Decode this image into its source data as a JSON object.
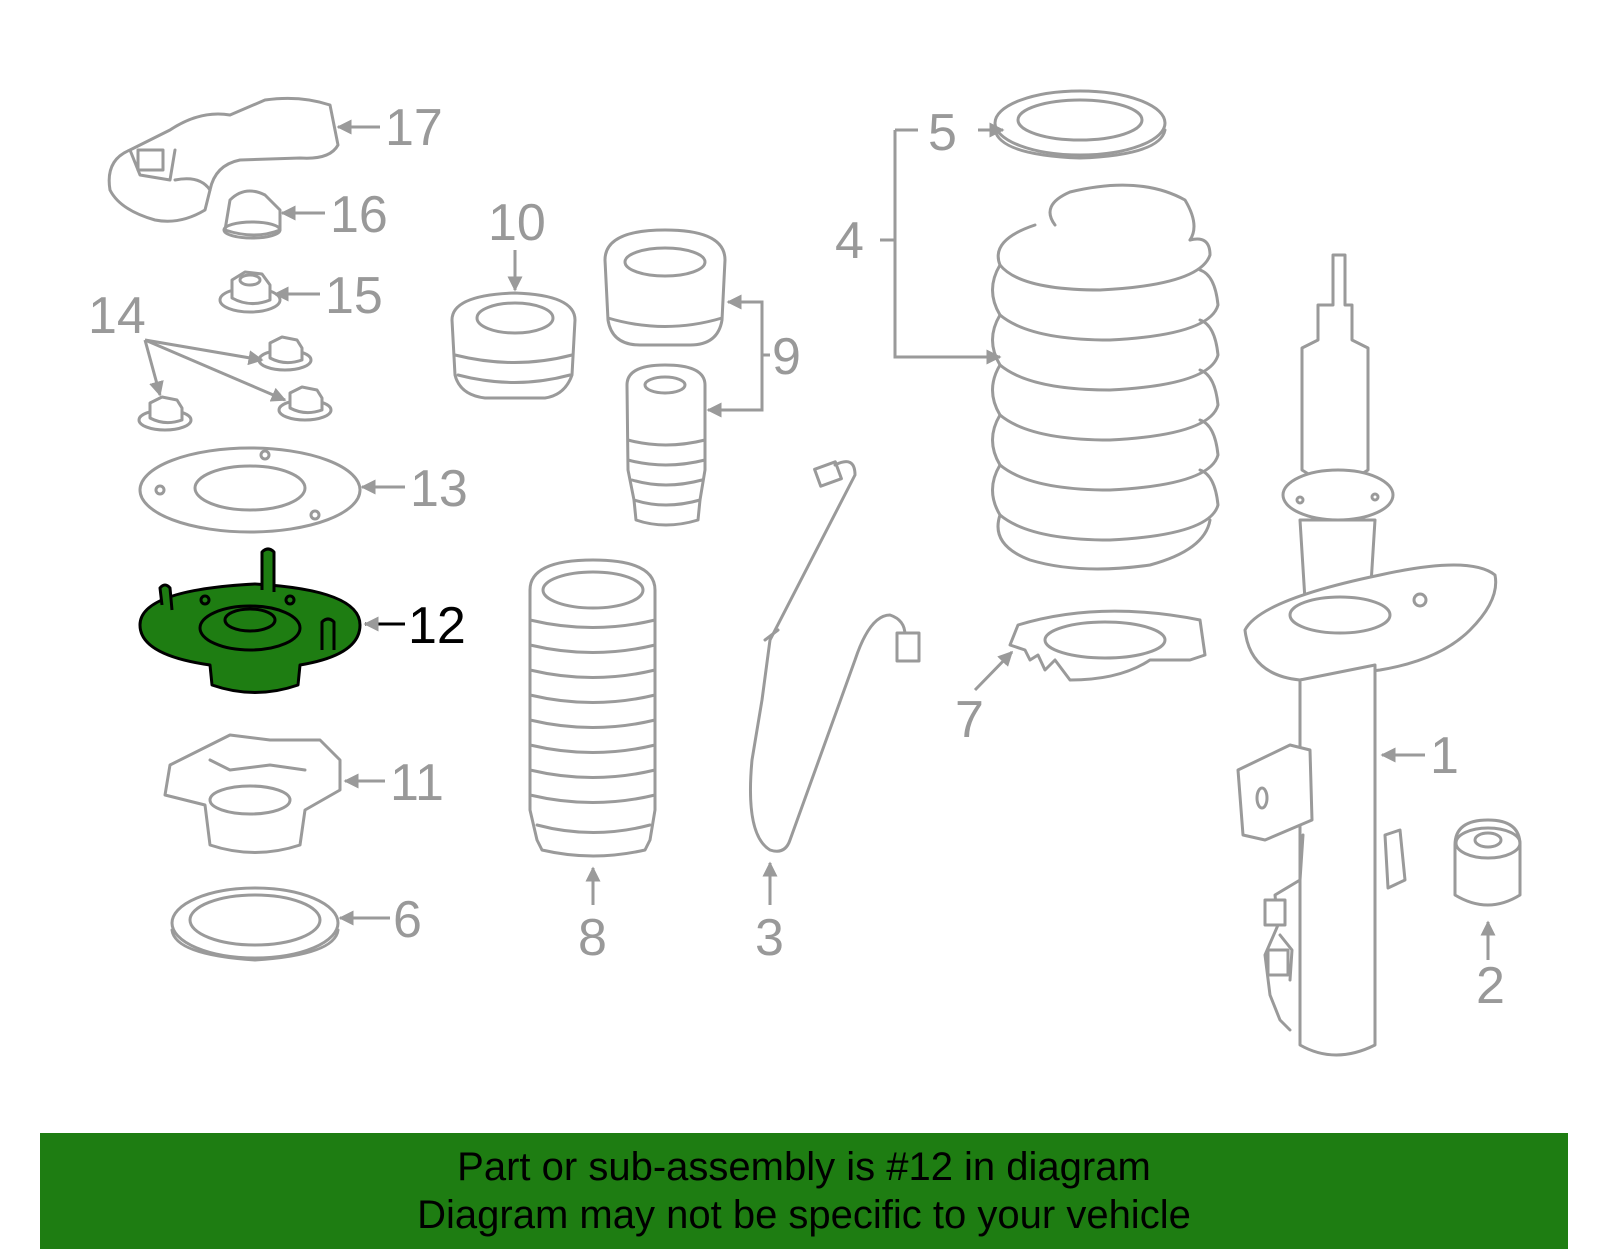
{
  "diagram": {
    "highlight_color": "#1e7d12",
    "callouts": {
      "c1": "1",
      "c2": "2",
      "c3": "3",
      "c4": "4",
      "c5": "5",
      "c6": "6",
      "c7": "7",
      "c8": "8",
      "c9": "9",
      "c10": "10",
      "c11": "11",
      "c12": "12",
      "c13": "13",
      "c14": "14",
      "c15": "15",
      "c16": "16",
      "c17": "17"
    }
  },
  "banner": {
    "line1": "Part or sub-assembly is #12 in diagram",
    "line2": "Diagram may not be specific to your vehicle"
  }
}
